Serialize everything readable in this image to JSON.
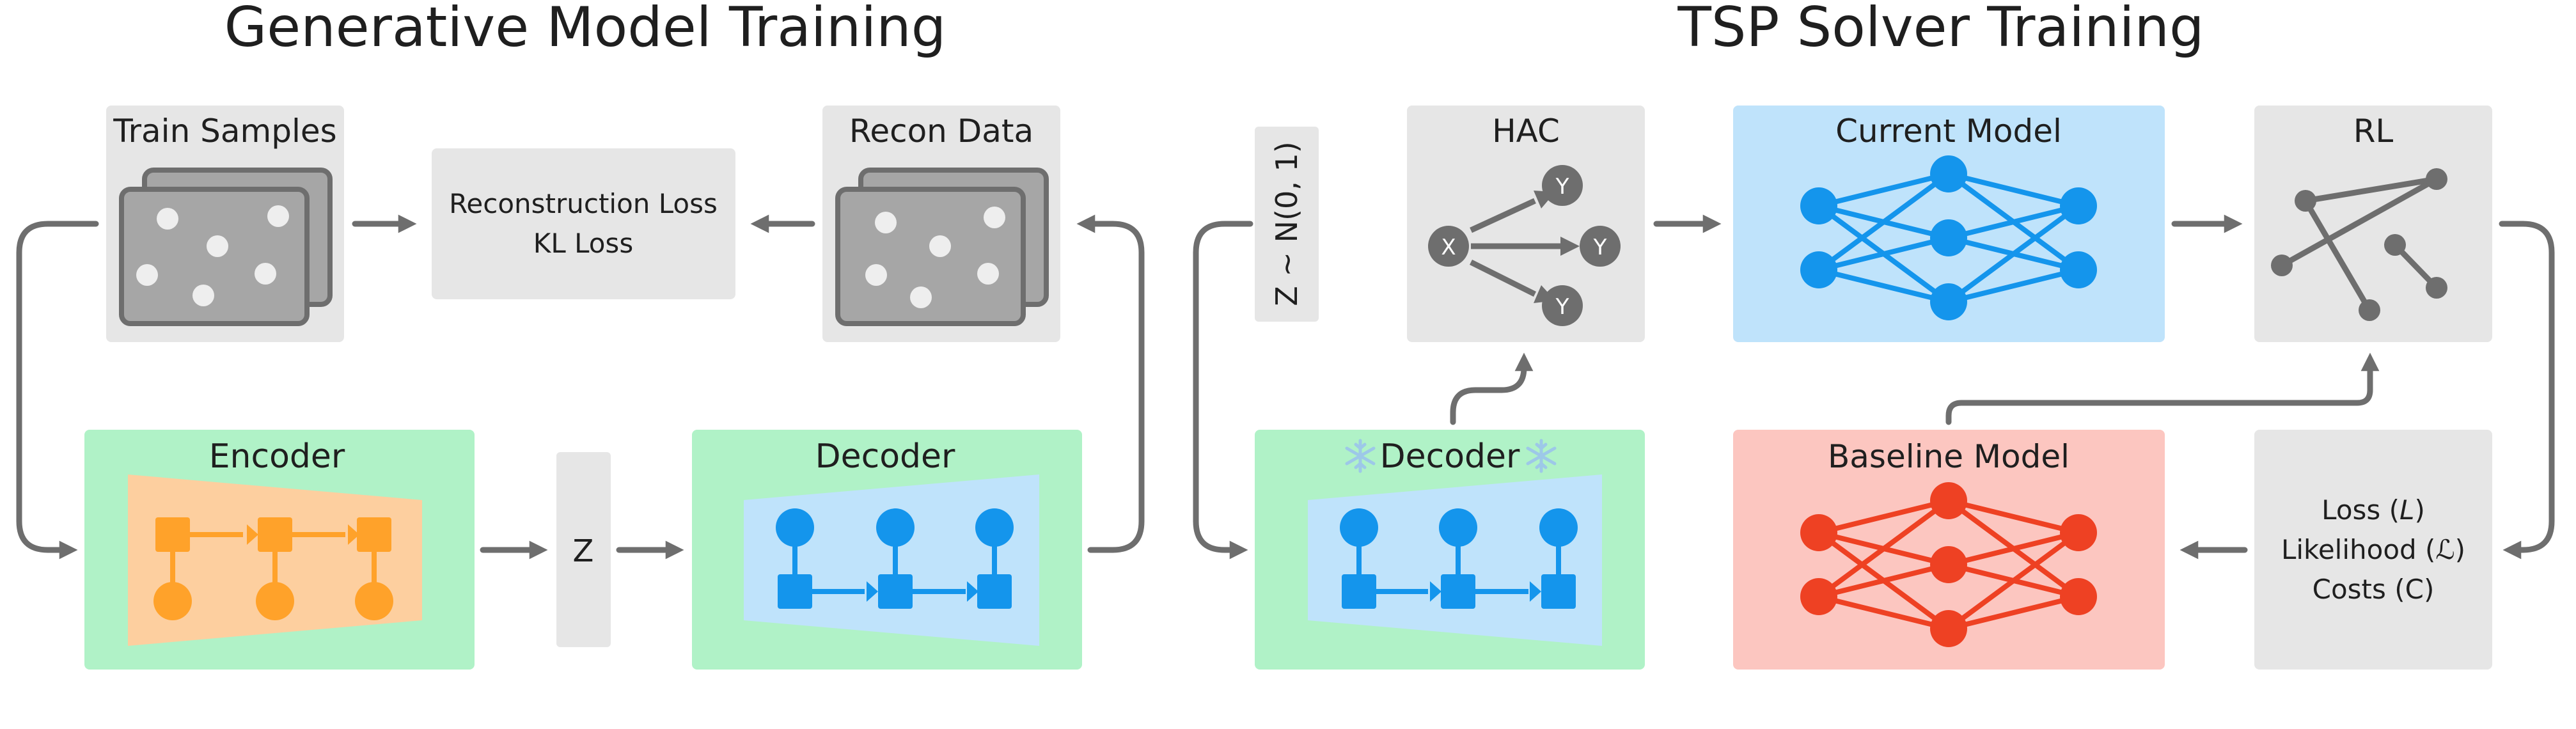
{
  "titles": {
    "left": "Generative Model Training",
    "right": "TSP Solver Training"
  },
  "boxes": {
    "train_samples": "Train Samples",
    "loss_line1": "Reconstruction Loss",
    "loss_line2": "KL Loss",
    "recon_data": "Recon Data",
    "encoder": "Encoder",
    "z": "Z",
    "decoder": "Decoder",
    "z_prior": "Z ~ N(0, 1)",
    "frozen_decoder": "Decoder",
    "hac": "HAC",
    "current_model": "Current Model",
    "rl": "RL",
    "baseline_model": "Baseline Model",
    "loss_label": "Loss (",
    "loss_sym": "L",
    "likelihood_label": "Likelihood (",
    "likelihood_sym": "ℒ",
    "costs_label": "Costs (C)",
    "close_paren": ")"
  },
  "hac_nodes": {
    "x": "X",
    "y": "Y"
  },
  "icons": {
    "frozen": "snowflake-icon"
  },
  "colors": {
    "gray_box": "#e6e6e6",
    "green_box": "#b0f2c7",
    "blue_box": "#bfe3fb",
    "red_box": "#fcc6c0",
    "orange_inner": "#fdcf9f",
    "blue_inner": "#bfe3fb",
    "node_blue": "#1495ec",
    "node_orange": "#ffa22a",
    "node_red": "#ee4123",
    "arrow_gray": "#6e6e6e"
  }
}
